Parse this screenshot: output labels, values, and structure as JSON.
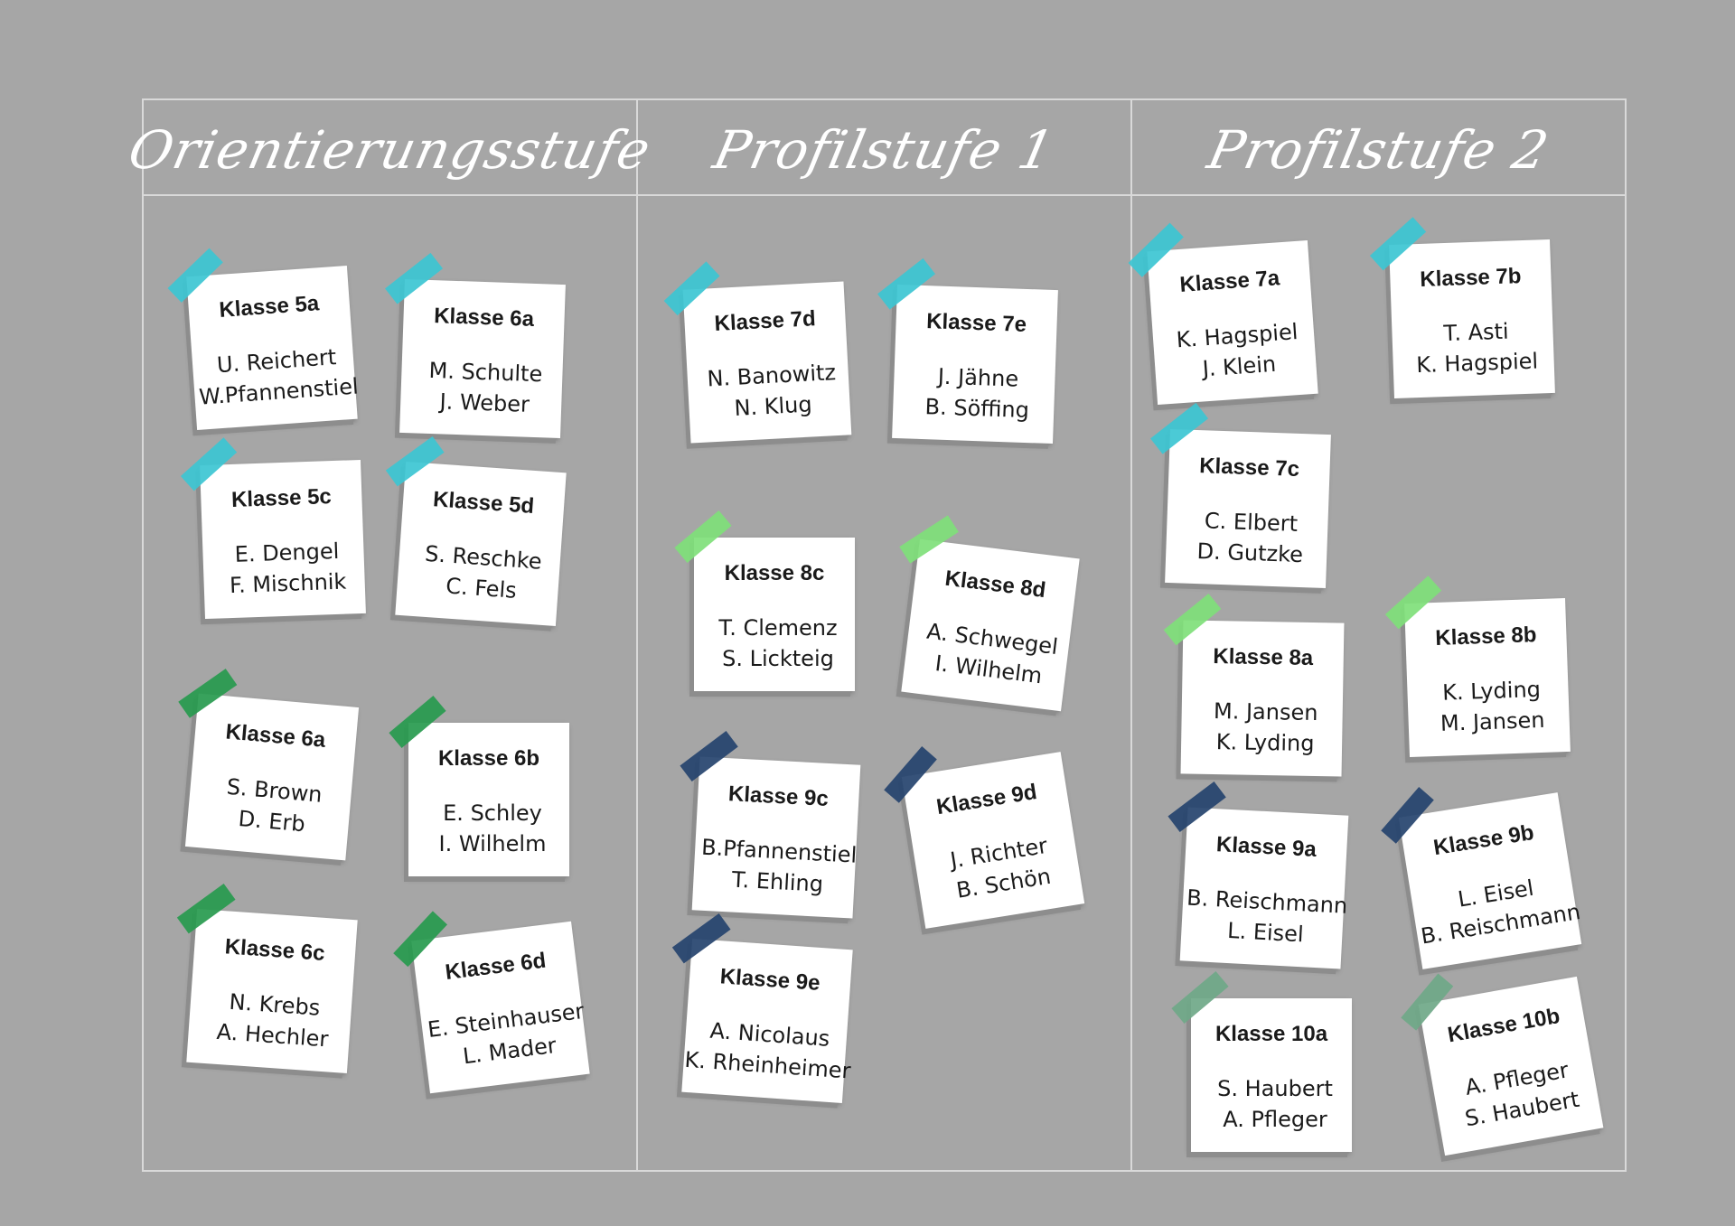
{
  "colors": {
    "background": "#a6a6a6",
    "tape_teal": "#3cc6d3",
    "tape_lightgreen": "#7fdf7a",
    "tape_green": "#279a4e",
    "tape_navy": "#25436e",
    "tape_sage": "#6fa888"
  },
  "columns": [
    {
      "title": "Orientierungsstufe"
    },
    {
      "title": "Profilstufe 1"
    },
    {
      "title": "Profilstufe 2"
    }
  ],
  "notes": [
    {
      "klasse": "Klasse 5a",
      "name1": "U. Reichert",
      "name2": "W.Pfannenstiel",
      "tape": "teal"
    },
    {
      "klasse": "Klasse 6a",
      "name1": "M. Schulte",
      "name2": "J. Weber",
      "tape": "teal"
    },
    {
      "klasse": "Klasse 5c",
      "name1": "E. Dengel",
      "name2": "F. Mischnik",
      "tape": "teal"
    },
    {
      "klasse": "Klasse 5d",
      "name1": "S. Reschke",
      "name2": "C. Fels",
      "tape": "teal"
    },
    {
      "klasse": "Klasse 6a",
      "name1": "S. Brown",
      "name2": "D. Erb",
      "tape": "green"
    },
    {
      "klasse": "Klasse 6b",
      "name1": "E. Schley",
      "name2": "I. Wilhelm",
      "tape": "green"
    },
    {
      "klasse": "Klasse 6c",
      "name1": "N. Krebs",
      "name2": "A. Hechler",
      "tape": "green"
    },
    {
      "klasse": "Klasse 6d",
      "name1": "E. Steinhauser",
      "name2": "L. Mader",
      "tape": "green"
    },
    {
      "klasse": "Klasse 7d",
      "name1": "N. Banowitz",
      "name2": "N.  Klug",
      "tape": "teal"
    },
    {
      "klasse": "Klasse 7e",
      "name1": "J. Jähne",
      "name2": "B. Söffing",
      "tape": "teal"
    },
    {
      "klasse": "Klasse 8c",
      "name1": "T. Clemenz",
      "name2": "S. Lickteig",
      "tape": "lightgreen"
    },
    {
      "klasse": "Klasse 8d",
      "name1": "A. Schwegel",
      "name2": "I. Wilhelm",
      "tape": "lightgreen"
    },
    {
      "klasse": "Klasse 9c",
      "name1": "B.Pfannenstiel",
      "name2": "T. Ehling",
      "tape": "navy"
    },
    {
      "klasse": "Klasse 9d",
      "name1": "J. Richter",
      "name2": "B. Schön",
      "tape": "navy"
    },
    {
      "klasse": "Klasse 9e",
      "name1": "A.  Nicolaus",
      "name2": "K. Rheinheimer",
      "tape": "navy"
    },
    {
      "klasse": "Klasse 7a",
      "name1": "K.  Hagspiel",
      "name2": "J. Klein",
      "tape": "teal"
    },
    {
      "klasse": "Klasse 7b",
      "name1": "T. Asti",
      "name2": "K. Hagspiel",
      "tape": "teal"
    },
    {
      "klasse": "Klasse 7c",
      "name1": "C. Elbert",
      "name2": "D. Gutzke",
      "tape": "teal"
    },
    {
      "klasse": "Klasse 8a",
      "name1": "M. Jansen",
      "name2": "K. Lyding",
      "tape": "lightgreen"
    },
    {
      "klasse": "Klasse 8b",
      "name1": "K. Lyding",
      "name2": "M. Jansen",
      "tape": "lightgreen"
    },
    {
      "klasse": "Klasse 9a",
      "name1": "B. Reischmann",
      "name2": "L. Eisel",
      "tape": "navy"
    },
    {
      "klasse": "Klasse 9b",
      "name1": "L. Eisel",
      "name2": "B. Reischmann",
      "tape": "navy"
    },
    {
      "klasse": "Klasse 10a",
      "name1": "S. Haubert",
      "name2": "A. Pfleger",
      "tape": "sage"
    },
    {
      "klasse": "Klasse 10b",
      "name1": "A. Pfleger",
      "name2": "S. Haubert",
      "tape": "sage"
    }
  ]
}
